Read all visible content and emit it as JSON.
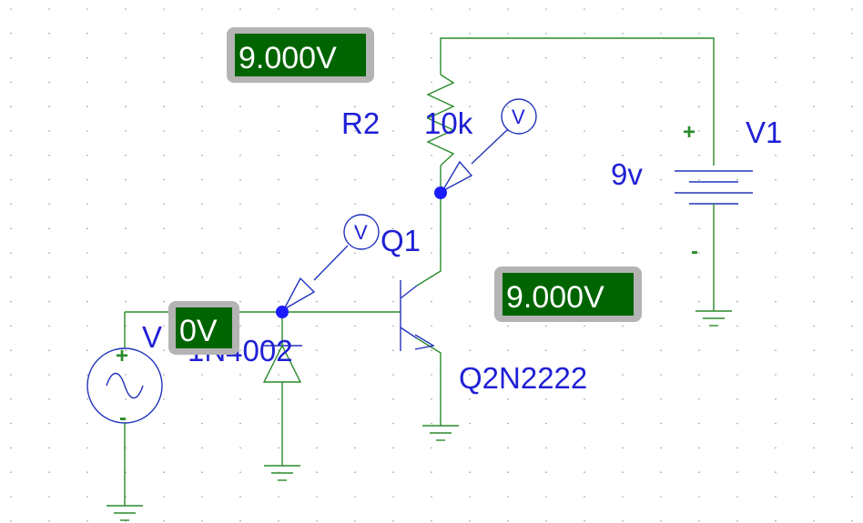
{
  "probes": {
    "top": "9.000V",
    "right": "9.000V",
    "left": "0V"
  },
  "resistor": {
    "ref": "R2",
    "value": "10k"
  },
  "battery": {
    "ref": "V1",
    "value": "9v",
    "plus": "+",
    "minus": "-"
  },
  "transistor": {
    "ref": "Q1",
    "part": "Q2N2222"
  },
  "diode": {
    "part": "1N4002"
  },
  "source": {
    "ref": "V",
    "plus": "+",
    "minus": "-"
  },
  "markers": {
    "label": "V"
  },
  "colors": {
    "wire": "#2a8a2a",
    "component": "#2233bb",
    "label": "#1f1fd6",
    "probe_fill": "#006400",
    "probe_border": "#b4b4b4",
    "node_dot": "#1c1cff",
    "grid_dot": "#9a9a9a"
  }
}
